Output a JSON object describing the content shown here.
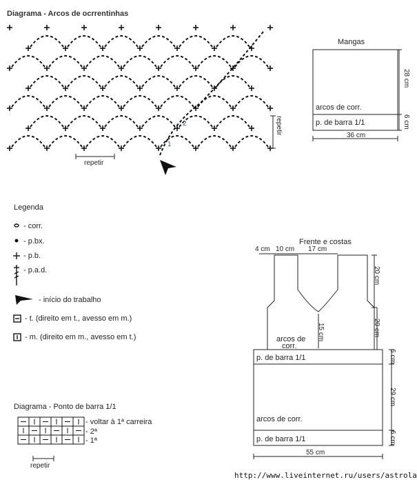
{
  "diagram_arcs": {
    "title": "Diagrama - Arcos de ocrrentinhas",
    "repeat_h": "repetir",
    "repeat_v": "repetir",
    "row_1": "1",
    "row_2": "2"
  },
  "sleeves": {
    "title": "Mangas",
    "arcs_label": "arcos de corr.",
    "rib_label": "p. de barra 1/1",
    "height": "28 cm",
    "rib_height": "6 cm",
    "width": "36 cm"
  },
  "legend": {
    "title": "Legenda",
    "items": [
      {
        "symbol": "chain",
        "text": "- corr."
      },
      {
        "symbol": "slip-stitch",
        "text": "- p.bx."
      },
      {
        "symbol": "single-crochet",
        "text": "- p.b."
      },
      {
        "symbol": "treble",
        "text": "- p.a.d."
      },
      {
        "symbol": "start-arrow",
        "text": "- início do trabalho"
      },
      {
        "symbol": "purl",
        "text": "- t. (direito em t., avesso em m.)"
      },
      {
        "symbol": "knit",
        "text": "- m. (direito em m., avesso em t.)"
      }
    ]
  },
  "rib_diagram": {
    "title": "Diagrama - Ponto de barra 1/1",
    "row_labels": [
      "- voltar à 1ª carreira",
      "- 2ª",
      "- 1ª"
    ],
    "repeat": "repetir"
  },
  "front_back": {
    "title": "Frente e costas",
    "dim_4": "4 cm",
    "dim_10": "10 cm",
    "dim_17": "17 cm",
    "dim_20_top": "20 cm",
    "dim_20_bottom": "20 cm",
    "dim_15": "15 cm",
    "arcs_label_top_1": "arcos de",
    "arcs_label_top_2": "corr.",
    "rib_top": "p. de barra 1/1",
    "arcs_label": "arcos de corr.",
    "rib_bottom": "p. de barra 1/1",
    "dim_6_top": "6 cm",
    "dim_29": "29 cm",
    "dim_6_bottom": "6 cm",
    "width": "55 cm"
  },
  "watermark": "http://www.liveinternet.ru/users/astrolady/"
}
